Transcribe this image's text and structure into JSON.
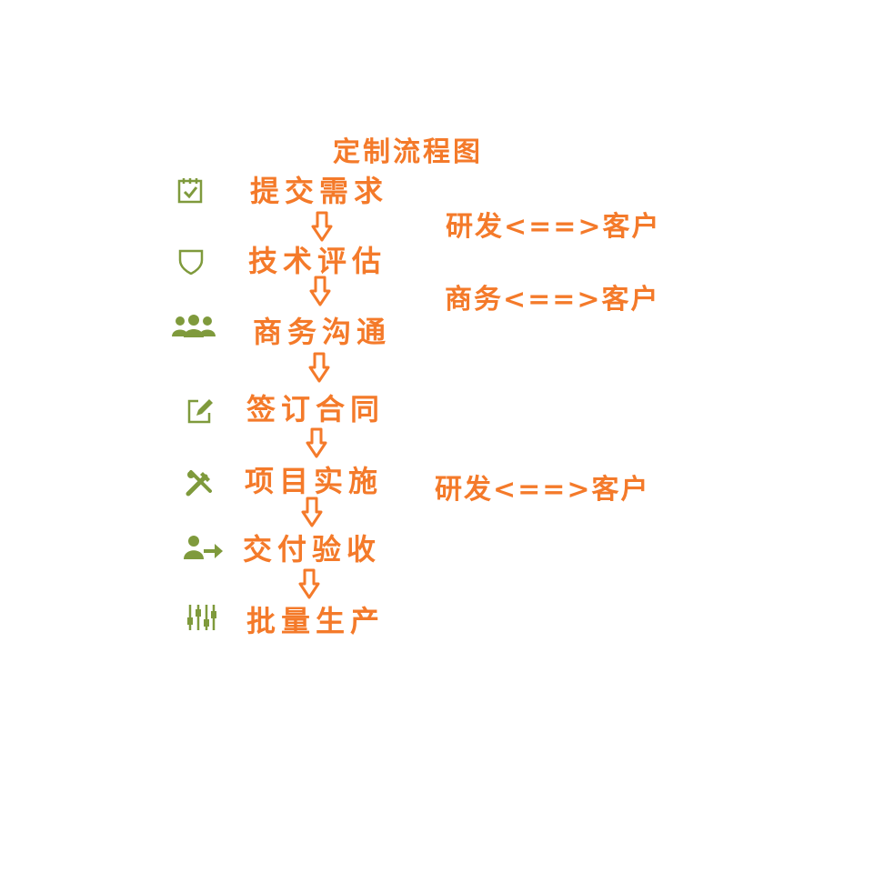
{
  "title": "定制流程图",
  "steps": [
    {
      "label": "提交需求",
      "icon": "calendar-check-icon"
    },
    {
      "label": "技术评估",
      "icon": "shield-icon"
    },
    {
      "label": "商务沟通",
      "icon": "users-icon"
    },
    {
      "label": "签订合同",
      "icon": "edit-document-icon"
    },
    {
      "label": "项目实施",
      "icon": "tools-icon"
    },
    {
      "label": "交付验收",
      "icon": "user-transfer-icon"
    },
    {
      "label": "批量生产",
      "icon": "sliders-icon"
    }
  ],
  "notes": [
    {
      "text": "研发<==>客户"
    },
    {
      "text": "商务<==>客户"
    },
    {
      "text": "研发<==>客户"
    }
  ],
  "colors": {
    "text": "#f47a2a",
    "icon": "#7f9a3c",
    "arrow_fill": "#ffffff",
    "arrow_stroke": "#f47a2a"
  }
}
